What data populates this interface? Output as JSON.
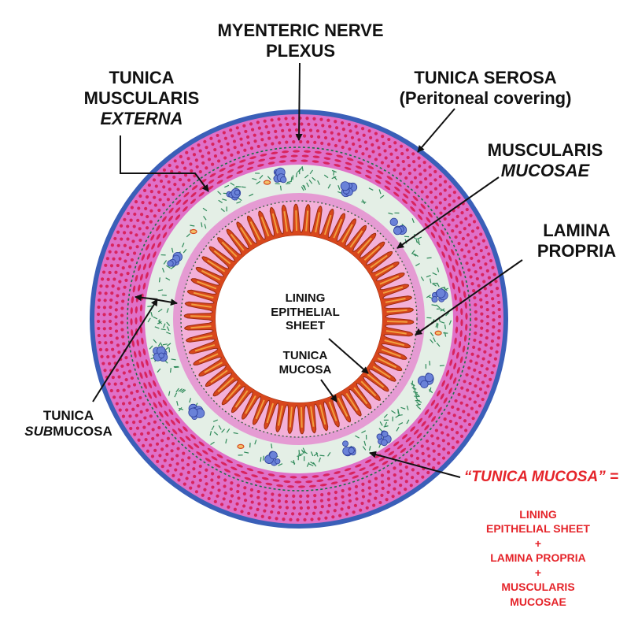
{
  "labels": {
    "myenteric_1": "MYENTERIC NERVE",
    "myenteric_2": "PLEXUS",
    "externa_1": "TUNICA",
    "externa_2": "MUSCULARIS",
    "externa_3": "EXTERNA",
    "serosa_1": "TUNICA SEROSA",
    "serosa_2": "(Peritoneal covering)",
    "mm_1": "MUSCULARIS",
    "mm_2": "MUCOSAE",
    "lp_1": "LAMINA",
    "lp_2": "PROPRIA",
    "lining_1": "LINING",
    "lining_2": "EPITHELIAL",
    "lining_3": "SHEET",
    "mucosa_1": "TUNICA",
    "mucosa_2": "MUCOSA",
    "sub_1": "TUNICA",
    "sub_2a": "SUB",
    "sub_2b": "MUCOSA"
  },
  "legend": {
    "title": "“TUNICA MUCOSA” =",
    "line1": "LINING",
    "line2": "EPITHELIAL SHEET",
    "plus1": "+",
    "line3": "LAMINA PROPRIA",
    "plus2": "+",
    "line4": "MUSCULARIS",
    "line5": "MUCOSAE"
  },
  "colors": {
    "serosa": "#3a5fb8",
    "muscle": "#e070c8",
    "muscle_nuclei": "#d8245e",
    "submucosa": "#e4efe6",
    "fibers": "#2f8a5a",
    "mucosa": "#d8471c",
    "lamina": "#f3b0d8",
    "legend_red": "#e5242a"
  }
}
